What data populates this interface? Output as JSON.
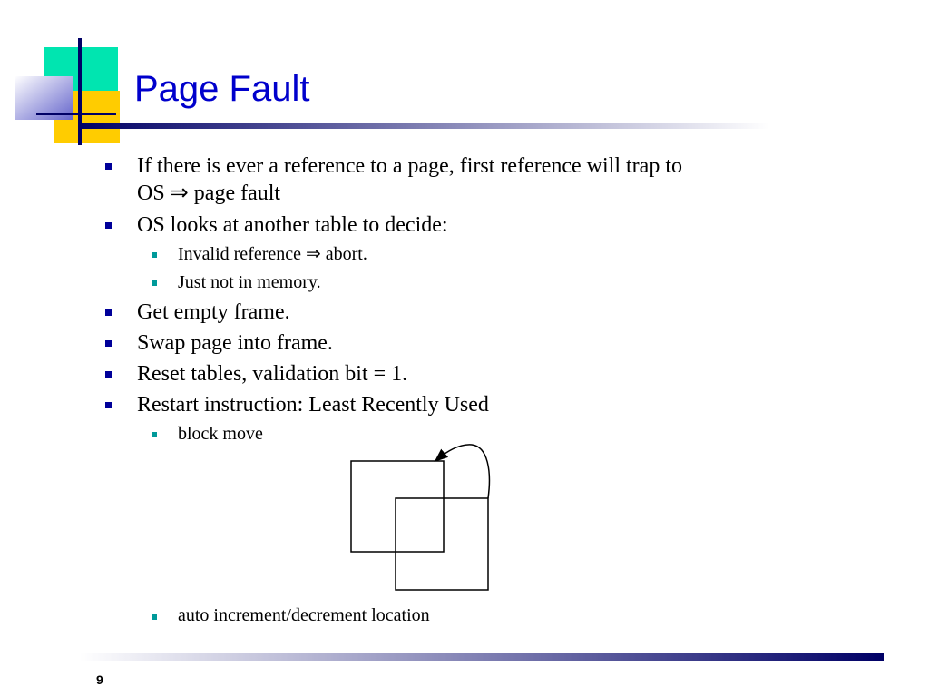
{
  "slide": {
    "title": "Page Fault",
    "page_number": "9",
    "colors": {
      "title": "#0000cc",
      "bullet": "#000099",
      "sub_bullet": "#009999",
      "logo_cyan": "#00e5b0",
      "logo_yellow": "#ffcc00",
      "logo_navy": "#000066"
    },
    "bullets": [
      {
        "line1": "If there is ever a reference to a page, first reference will trap to",
        "line2": "OS ⇒ page fault"
      },
      {
        "text": "OS looks at another table to decide:",
        "sub": [
          "Invalid reference ⇒ abort.",
          "Just not in memory."
        ]
      },
      {
        "text": "Get empty frame."
      },
      {
        "text": "Swap page into frame."
      },
      {
        "text": "Reset tables, validation bit = 1."
      },
      {
        "text": "Restart instruction:  Least Recently Used",
        "sub": [
          "block move",
          "auto increment/decrement location"
        ]
      }
    ]
  }
}
